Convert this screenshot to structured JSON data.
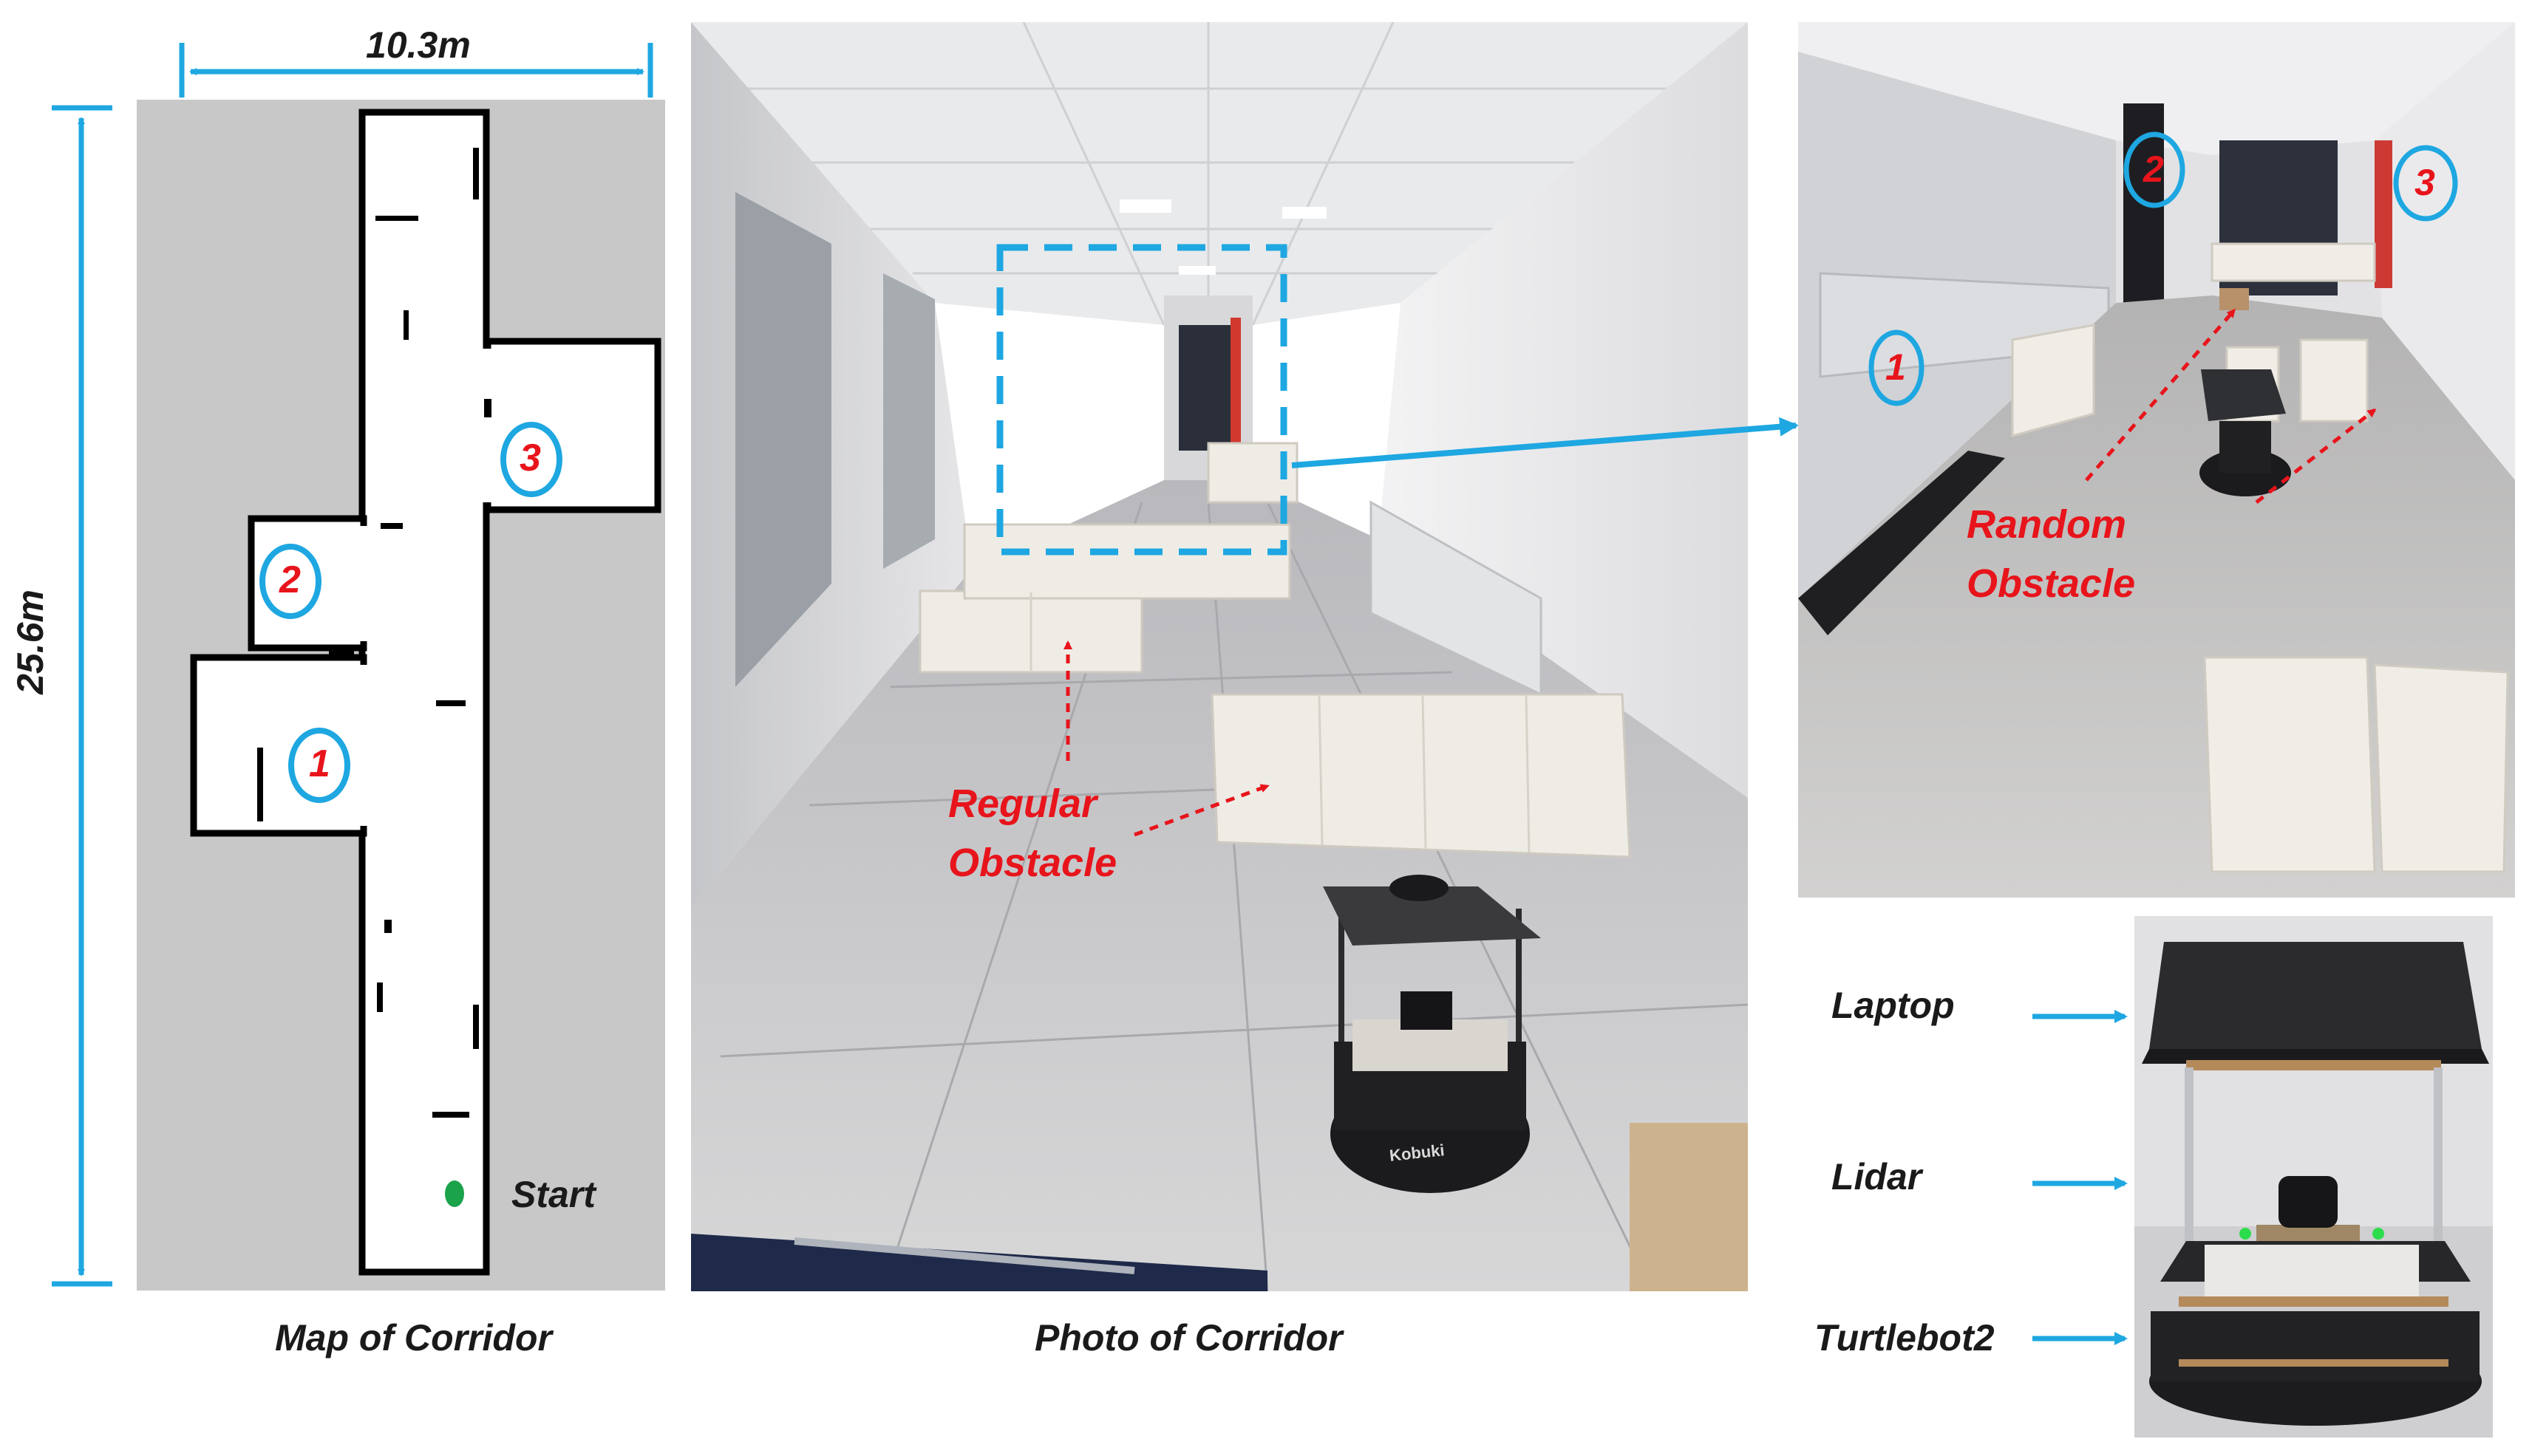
{
  "map": {
    "width_label": "10.3m",
    "height_label": "25.6m",
    "start_label": "Start",
    "caption": "Map of Corridor",
    "markers": [
      "1",
      "2",
      "3"
    ]
  },
  "corridor_photo": {
    "caption": "Photo of Corridor",
    "regular_obstacle_line1": "Regular",
    "regular_obstacle_line2": "Obstacle",
    "robot_brand": "Kobuki"
  },
  "inset_photo": {
    "random_obstacle_line1": "Random",
    "random_obstacle_line2": "Obstacle",
    "markers": [
      "1",
      "2",
      "3"
    ]
  },
  "robot": {
    "laptop_label": "Laptop",
    "lidar_label": "Lidar",
    "base_label": "Turtlebot2"
  },
  "colors": {
    "accent_blue": "#1ea7e1",
    "annotation_red": "#e8141b",
    "start_green": "#1aa34a",
    "map_gray": "#c8c8c8"
  }
}
